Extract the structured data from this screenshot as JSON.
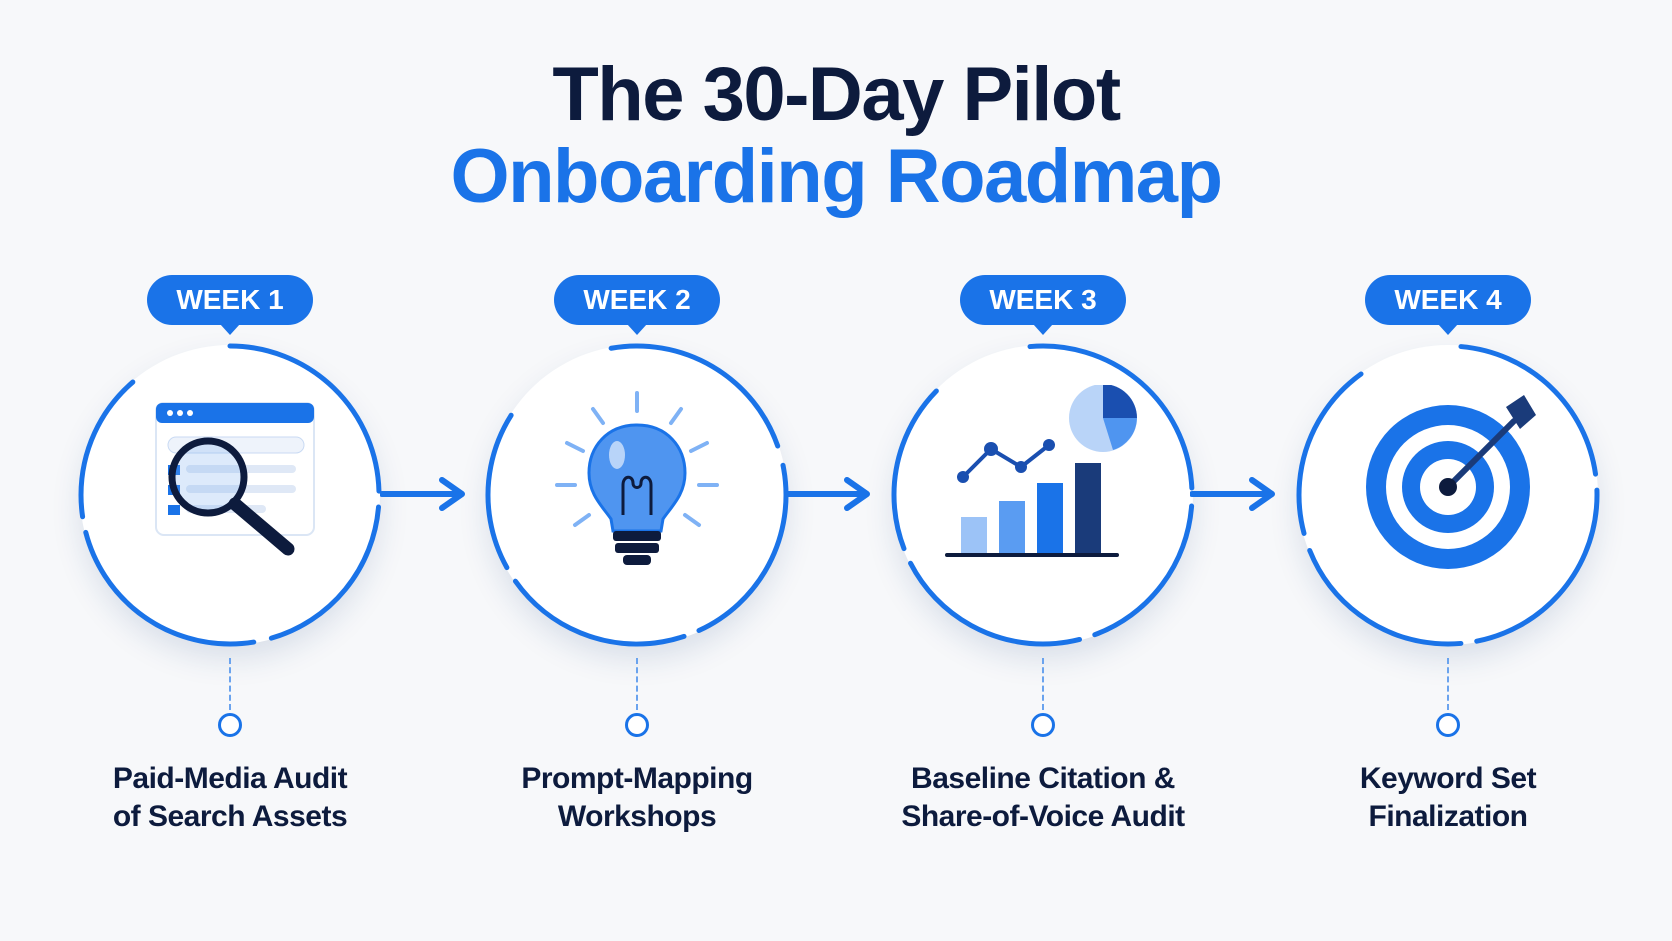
{
  "title": {
    "line1": "The 30-Day Pilot",
    "line2": "Onboarding Roadmap"
  },
  "colors": {
    "accent": "#1a73e8",
    "navy": "#0d1b3d",
    "light_blue": "#7fb2f5"
  },
  "steps": [
    {
      "week": "WEEK 1",
      "label_line1": "Paid-Media Audit",
      "label_line2": "of Search Assets",
      "icon": "magnifier-browser-icon"
    },
    {
      "week": "WEEK 2",
      "label_line1": "Prompt-Mapping",
      "label_line2": "Workshops",
      "icon": "lightbulb-icon"
    },
    {
      "week": "WEEK 3",
      "label_line1": "Baseline Citation &",
      "label_line2": "Share-of-Voice Audit",
      "icon": "chart-analytics-icon"
    },
    {
      "week": "WEEK 4",
      "label_line1": "Keyword Set",
      "label_line2": "Finalization",
      "icon": "target-icon"
    }
  ]
}
